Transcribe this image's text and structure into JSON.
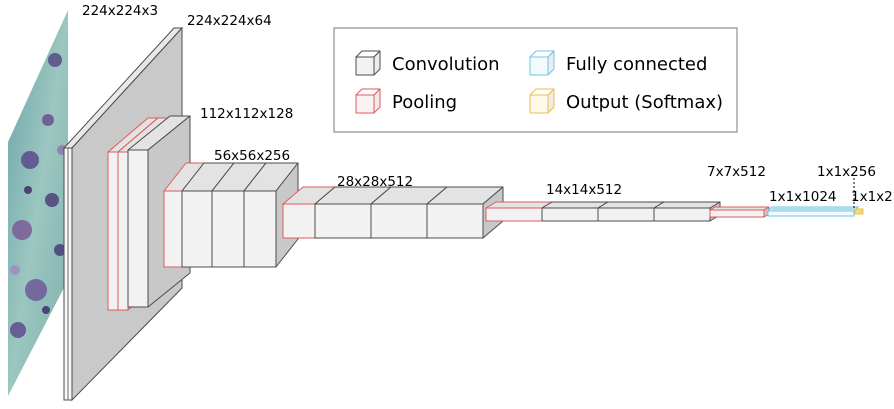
{
  "legend": {
    "items": [
      {
        "key": "conv",
        "label": "Convolution",
        "stroke": "#4d4d4d"
      },
      {
        "key": "fc",
        "label": "Fully connected",
        "stroke": "#6fc4e0"
      },
      {
        "key": "pool",
        "label": "Pooling",
        "stroke": "#e05a5a"
      },
      {
        "key": "out",
        "label": "Output (Softmax)",
        "stroke": "#e8c24a"
      }
    ]
  },
  "layers": {
    "input": "224x224x3",
    "conv1": "224x224x64",
    "conv2": "112x112x128",
    "conv3": "56x56x256",
    "conv4": "28x28x512",
    "conv5": "14x14x512",
    "pool5": "7x7x512",
    "fc1": "1x1x1024",
    "fc2": "1x1x256",
    "output": "1x1x2"
  },
  "colors": {
    "block_fill": "#f2f2f2",
    "block_side": "#c8c8c8",
    "block_top": "#e3e3e3",
    "block_stroke": "#4d4d4d",
    "pool_stroke": "#e05a5a",
    "fc_stroke": "#6fc4e0",
    "out_fill": "#f5d87a",
    "big_panel": "#c9c9c9"
  }
}
